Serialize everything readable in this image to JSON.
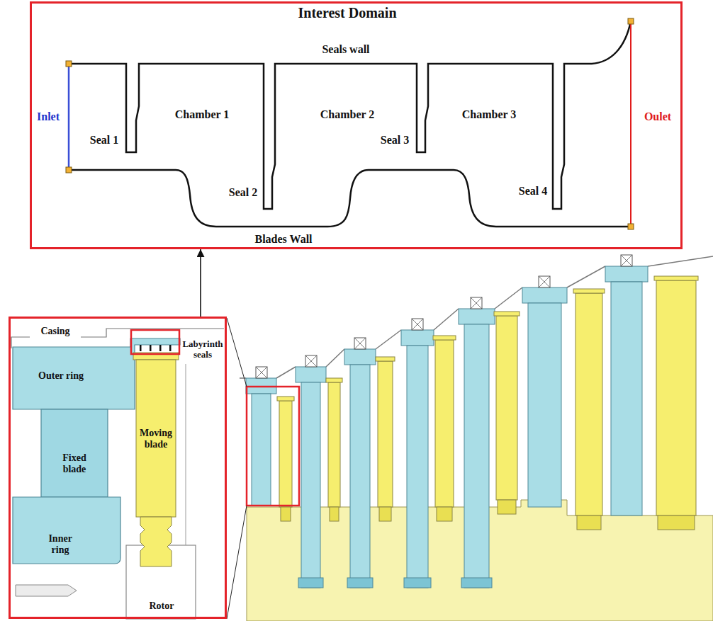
{
  "diagram": {
    "nodes": [
      {
        "text": [
          "Interest Domain",
          "Seals wall",
          "Inlet",
          "Seal 1",
          "Chamber 1",
          "Seal 2",
          "Chamber 2",
          "Seal 3",
          "Chamber 3",
          "Seal 4",
          "Oulet",
          "Blades Wall"
        ]
      },
      {
        "text": [
          "Casing",
          "Labyrinth seals"
        ]
      },
      {
        "text": [
          "Outer ring"
        ],
        "in": 1
      },
      {
        "text": [
          "Fixed blade"
        ],
        "in": 1
      },
      {
        "text": [
          "Moving blade"
        ],
        "in": 1
      },
      {
        "text": [
          "Inner ring"
        ],
        "in": 1
      },
      {
        "text": [
          "Rotor"
        ],
        "in": 1
      }
    ],
    "edges": [
      {
        "from": 1,
        "to": 0,
        "arrow": "to"
      }
    ]
  }
}
